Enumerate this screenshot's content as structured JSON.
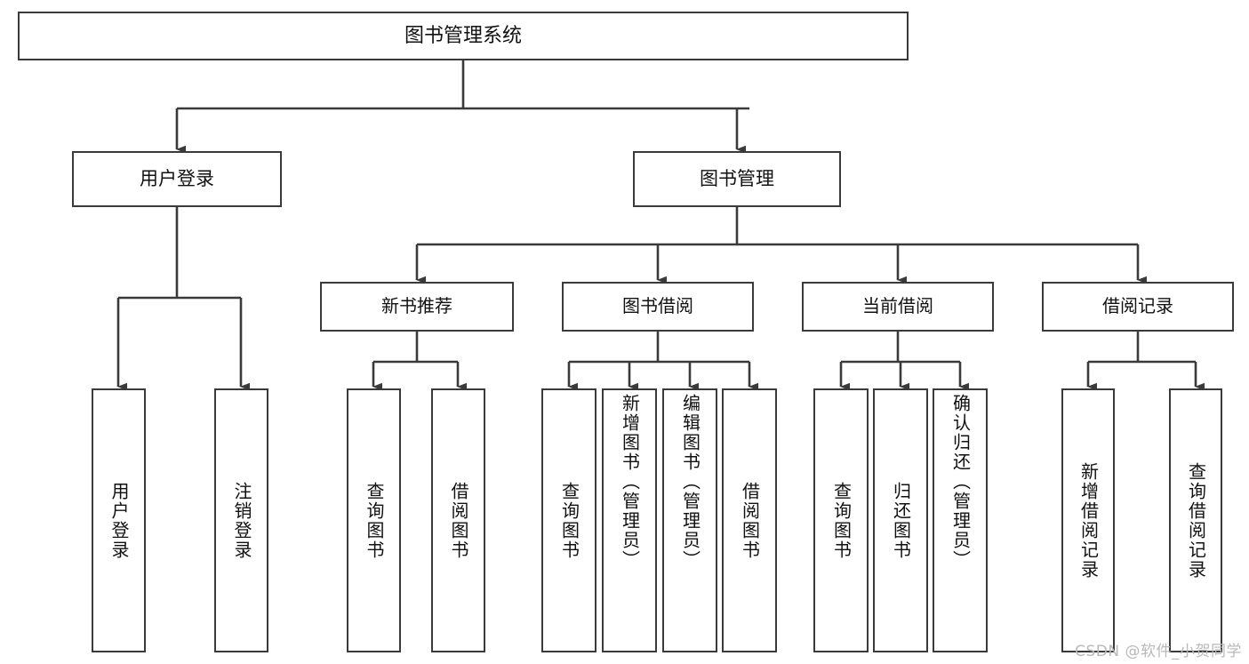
{
  "diagram": {
    "type": "tree",
    "orientation": "top-down",
    "title": "图书管理系统",
    "root": {
      "id": "root",
      "label": "图书管理系统",
      "level": 0
    },
    "level1": [
      {
        "id": "user-login",
        "label": "用户登录",
        "level": 1
      },
      {
        "id": "book-manage",
        "label": "图书管理",
        "level": 1
      }
    ],
    "level2": [
      {
        "id": "new-book-recommend",
        "label": "新书推荐",
        "level": 2,
        "parent": "book-manage"
      },
      {
        "id": "book-borrow",
        "label": "图书借阅",
        "level": 2,
        "parent": "book-manage"
      },
      {
        "id": "current-borrow",
        "label": "当前借阅",
        "level": 2,
        "parent": "book-manage"
      },
      {
        "id": "borrow-record",
        "label": "借阅记录",
        "level": 2,
        "parent": "book-manage"
      }
    ],
    "leaves": {
      "user_login": [
        {
          "id": "leaf-user-login",
          "label": "用户登录"
        },
        {
          "id": "leaf-logout-login",
          "label": "注销登录"
        }
      ],
      "new_book_recommend": [
        {
          "id": "leaf-query-book-1",
          "label": "查询图书"
        },
        {
          "id": "leaf-borrow-book-1",
          "label": "借阅图书"
        }
      ],
      "book_borrow": [
        {
          "id": "leaf-query-book-2",
          "label": "查询图书"
        },
        {
          "id": "leaf-add-book",
          "label": "新增图书（管理员）"
        },
        {
          "id": "leaf-edit-book",
          "label": "编辑图书（管理员）"
        },
        {
          "id": "leaf-borrow-book-2",
          "label": "借阅图书"
        }
      ],
      "current_borrow": [
        {
          "id": "leaf-query-book-3",
          "label": "查询图书"
        },
        {
          "id": "leaf-return-book",
          "label": "归还图书"
        },
        {
          "id": "leaf-confirm-return",
          "label": "确认归还（管理员）"
        }
      ],
      "borrow_record": [
        {
          "id": "leaf-add-record",
          "label": "新增借阅记录"
        },
        {
          "id": "leaf-query-record",
          "label": "查询借阅记录"
        }
      ]
    },
    "colors": {
      "border": "#3a3a3a",
      "box_fill": "#ffffff",
      "text": "#111111",
      "background": "#ffffff",
      "watermark": "#b9b9b9"
    }
  },
  "watermark": {
    "text": "CSDN @软件_小贺同学"
  }
}
